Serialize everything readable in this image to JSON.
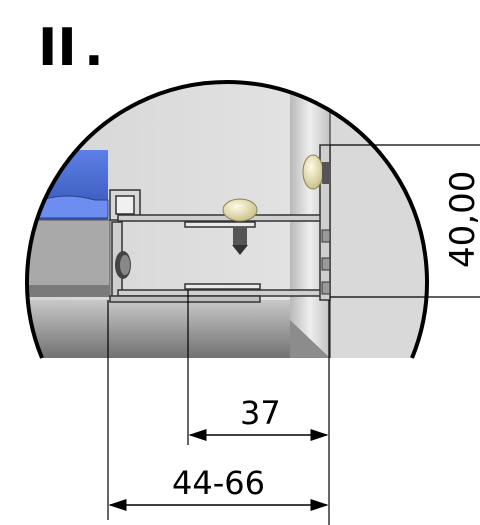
{
  "section_label": "II",
  "section_dot": ".",
  "dimensions": {
    "height_value": "40,00",
    "inner_width": "37",
    "range_width": "44-66"
  },
  "colors": {
    "wall_light": "#dcdcdc",
    "wall_dark": "#8a8a8a",
    "profile": "#bdbdbd",
    "blue_part": "#4a6fd8",
    "gray_block": "#a8a8a8",
    "screw": "#e8e2b8"
  }
}
